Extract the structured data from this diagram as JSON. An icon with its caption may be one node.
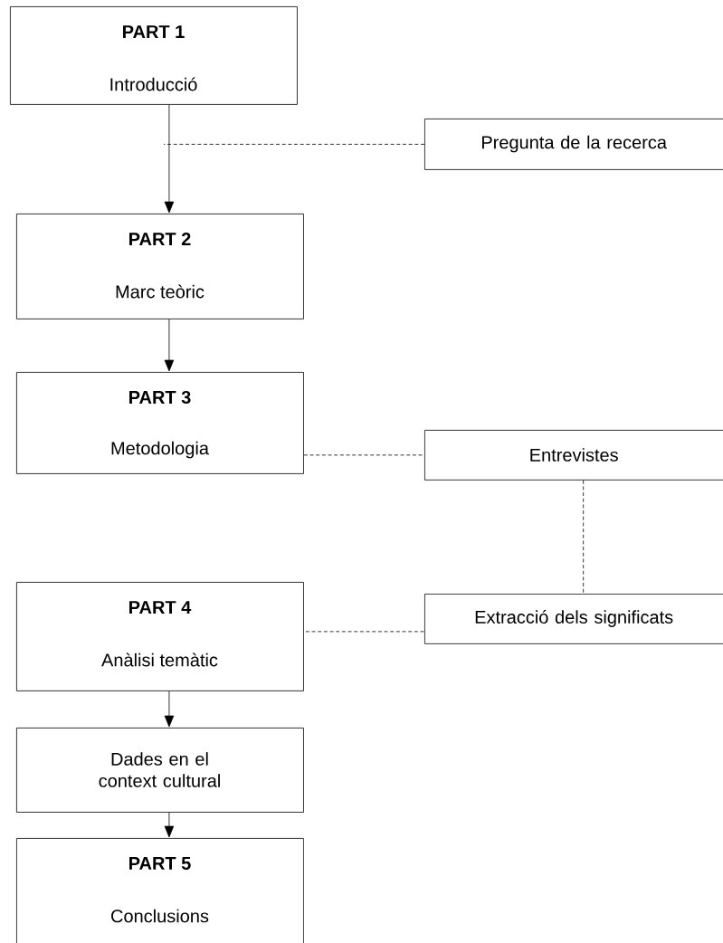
{
  "diagram": {
    "nodes": [
      {
        "text": [
          "PART 1",
          "Introducció"
        ]
      },
      {
        "text": [
          "Pregunta de la recerca"
        ]
      },
      {
        "text": [
          "PART 2",
          "Marc teòric"
        ]
      },
      {
        "text": [
          "PART 3",
          "Metodologia"
        ]
      },
      {
        "text": [
          "Entrevistes"
        ]
      },
      {
        "text": [
          "PART 4",
          "Anàlisi temàtic"
        ]
      },
      {
        "text": [
          "Extracció dels significats"
        ]
      },
      {
        "text": [
          "Dades en el context cultural"
        ]
      },
      {
        "text": [
          "PART 5",
          "Conclusions"
        ]
      }
    ],
    "edges": [
      {
        "from": 0,
        "to": 2,
        "arrow": "to"
      },
      {
        "from": 1,
        "to": null,
        "arrow": "none",
        "style": "dashed"
      },
      {
        "from": 2,
        "to": 3,
        "arrow": "to"
      },
      {
        "from": 3,
        "to": 4,
        "arrow": "none",
        "style": "dashed"
      },
      {
        "from": 4,
        "to": 6,
        "arrow": "none",
        "style": "dashed"
      },
      {
        "from": 5,
        "to": 6,
        "arrow": "none",
        "style": "dashed"
      },
      {
        "from": 5,
        "to": 7,
        "arrow": "to"
      },
      {
        "from": 7,
        "to": 8,
        "arrow": "to"
      }
    ]
  }
}
